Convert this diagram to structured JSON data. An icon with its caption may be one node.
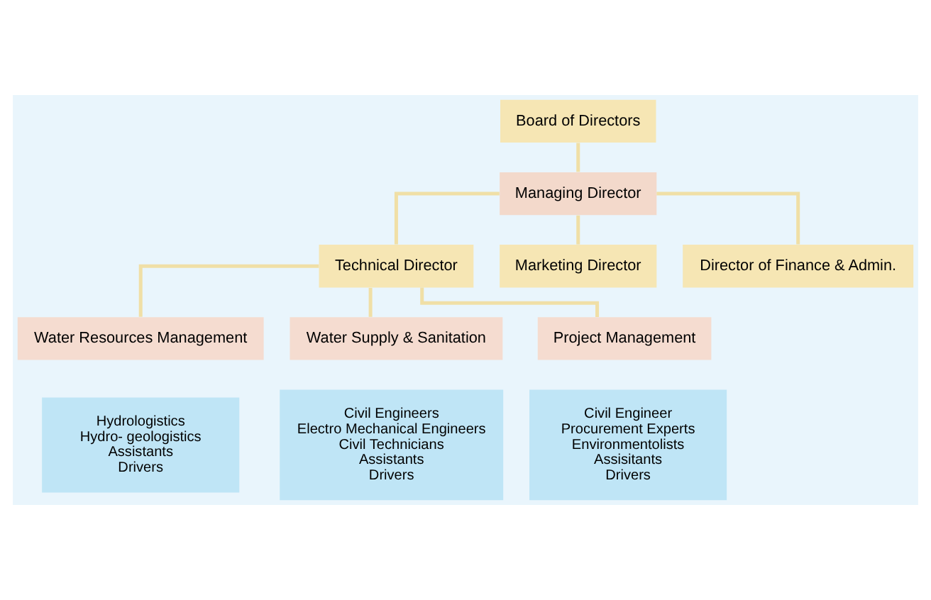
{
  "diagram": {
    "nodes": [
      {
        "text": [
          "Board of Directors"
        ]
      },
      {
        "text": [
          "Managing Director"
        ]
      },
      {
        "text": [
          "Technical Director"
        ]
      },
      {
        "text": [
          "Marketing Director"
        ]
      },
      {
        "text": [
          "Director of Finance & Admin."
        ]
      },
      {
        "text": [
          "Water Resources Management"
        ]
      },
      {
        "text": [
          "Water Supply & Sanitation"
        ]
      },
      {
        "text": [
          "Project Management"
        ]
      },
      {
        "text": [
          "Hydrologistics",
          "Hydro- geologistics",
          "Assistants",
          "Drivers"
        ]
      },
      {
        "text": [
          "Civil Engineers",
          "Electro Mechanical Engineers",
          "Civil Technicians",
          "Assistants",
          "Drivers"
        ]
      },
      {
        "text": [
          "Civil Engineer",
          "Procurement Experts",
          "Environmentolists",
          "Assisitants",
          "Drivers"
        ]
      }
    ],
    "edges": [
      {
        "from": 0,
        "to": 1,
        "arrow": "none"
      },
      {
        "from": 1,
        "to": 2,
        "arrow": "none"
      },
      {
        "from": 1,
        "to": 3,
        "arrow": "none"
      },
      {
        "from": 1,
        "to": 4,
        "arrow": "none"
      },
      {
        "from": 2,
        "to": 5,
        "arrow": "none"
      },
      {
        "from": 2,
        "to": 6,
        "arrow": "none"
      },
      {
        "from": 2,
        "to": 7,
        "arrow": "none"
      }
    ]
  }
}
